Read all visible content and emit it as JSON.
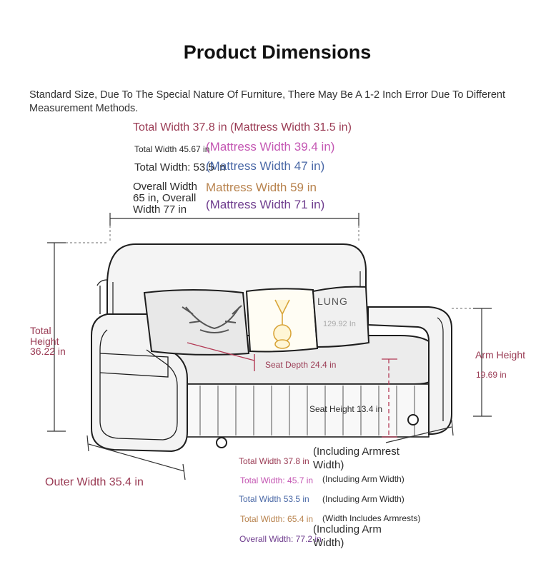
{
  "title": "Product Dimensions",
  "note": {
    "line1": "Standard Size, Due To The Special Nature Of Furniture, There May Be A 1-2 Inch Error Due To Different",
    "line2": "Measurement Methods."
  },
  "top_labels": {
    "total_width_1": "Total Width 37.8 in (Mattress Width 31.5 in)",
    "total_width_2": "Total Width 45.67 in",
    "mattress_2": "(Mattress Width 39.4 in)",
    "total_width_3": "Total Width: 53.5 in",
    "mattress_3": "(Mattress Width 47 in)",
    "overall_width_4": "Overall Width 65 in, Overall Width 77 in",
    "mattress_4": "Mattress Width 59 in",
    "mattress_5": "(Mattress Width 71 in)"
  },
  "side_labels": {
    "total_height": "Total Height 36.22 in",
    "arm_height": "Arm Height",
    "arm_height_value": "19.69 in",
    "seat_depth": "Seat Depth 24.4 in",
    "seat_height": "Seat Height 13.4 in",
    "outer_width": "Outer Width 35.4 in",
    "pillow_size": "129.92 In",
    "pillow_text": "LUNG"
  },
  "bottom_list": [
    {
      "label": "Total Width 37.8 in",
      "note": "(Including Armrest Width)"
    },
    {
      "label": "Total Width: 45.7 in",
      "note": "(Including Arm Width)"
    },
    {
      "label": "Total Width 53.5 in",
      "note": "(Including Arm Width)"
    },
    {
      "label": "Total Width: 65.4 in",
      "note": "(Width Includes Armrests)"
    },
    {
      "label": "Overall Width: 77.2 in",
      "note": "(Including Arm Width)"
    }
  ],
  "colors": {
    "red": "#9a3b54",
    "pink": "#c457b3",
    "blue": "#4a68a6",
    "orange": "#b8834e",
    "purple": "#6f3d8e",
    "sofa_line": "#1e1e1e",
    "sofa_fill": "#f2f2f2",
    "dimension_line": "#333333"
  }
}
